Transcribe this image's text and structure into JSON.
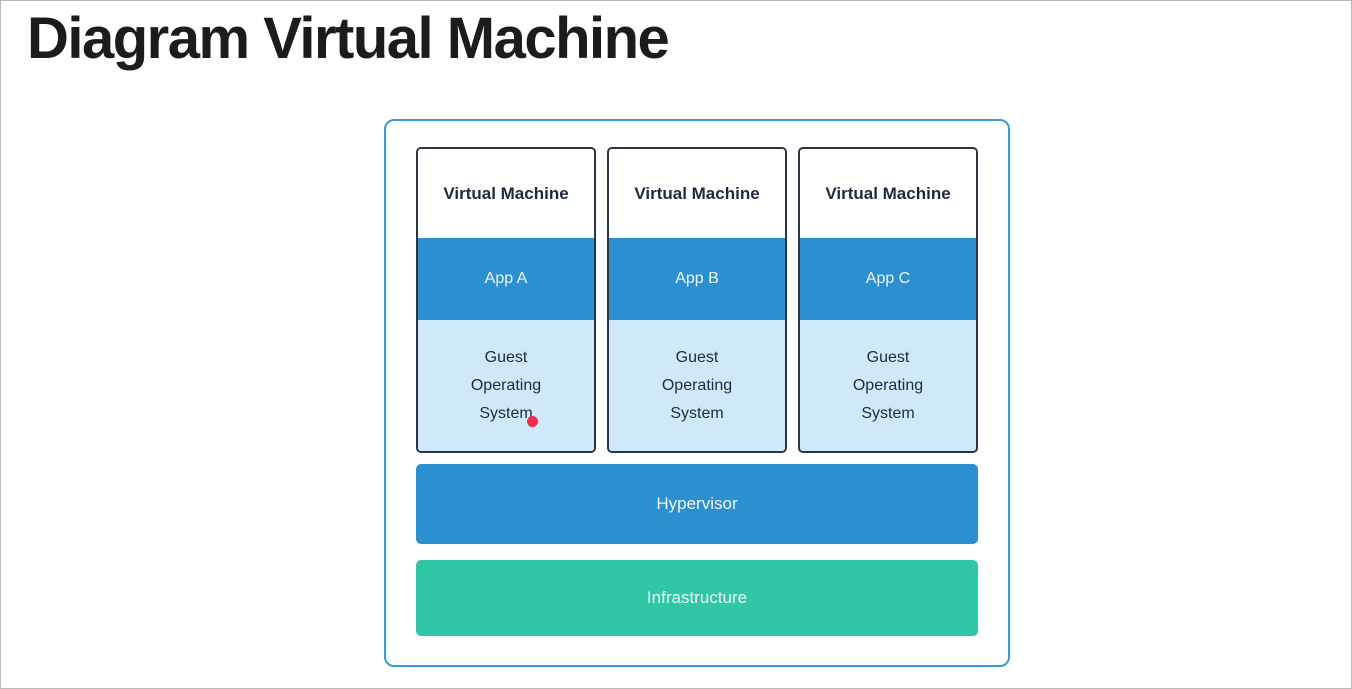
{
  "page": {
    "title": "Diagram Virtual Machine"
  },
  "diagram": {
    "columns": [
      {
        "header": "Virtual Machine",
        "app": "App A",
        "os": "Guest Operating System"
      },
      {
        "header": "Virtual Machine",
        "app": "App B",
        "os": "Guest Operating System"
      },
      {
        "header": "Virtual Machine",
        "app": "App C",
        "os": "Guest Operating System"
      }
    ],
    "hypervisor_label": "Hypervisor",
    "infrastructure_label": "Infrastructure"
  },
  "colors": {
    "app_blue": "#2b90d0",
    "light_blue": "#cfe9fa",
    "green": "#2fc7a6",
    "outline_blue": "#3a9ad2",
    "box_border": "#2a3442",
    "dark_text": "#1e2b3e",
    "light_text": "#edf6fc",
    "cursor_red": "#ee2e4c",
    "title_text": "#1c1c1e"
  }
}
